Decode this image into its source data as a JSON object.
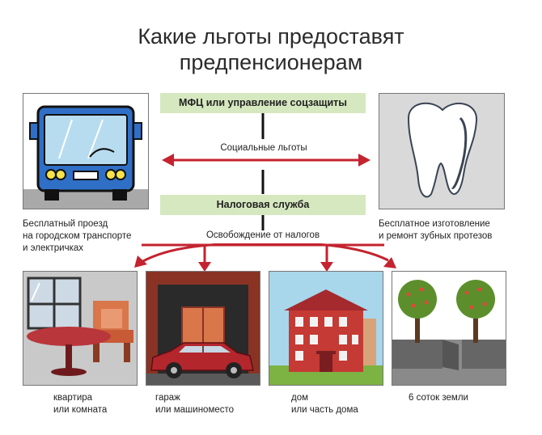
{
  "title": {
    "line1": "Какие льготы предоставят",
    "line2": "предпенсионерам"
  },
  "boxes": {
    "mfc": "МФЦ или управление соцзащиты",
    "tax": "Налоговая служба"
  },
  "labels": {
    "social": "Социальные льготы",
    "tax_exempt": "Освобождение от налогов"
  },
  "captions": {
    "bus": [
      "Бесплатный проезд",
      "на городском транспорте",
      "и электричках"
    ],
    "tooth": [
      "Бесплатное изготовление",
      "и ремонт зубных протезов"
    ],
    "flat": [
      "квартира",
      "или комната"
    ],
    "garage": [
      "гараж",
      "или машиноместо"
    ],
    "house": [
      "дом",
      "или часть дома"
    ],
    "land": [
      "6 соток земли"
    ]
  },
  "colors": {
    "red": "#c4232f",
    "green_box": "#d6e8bf",
    "bus_blue": "#2f6fc6",
    "panel_blue": "#a8d6ea"
  }
}
